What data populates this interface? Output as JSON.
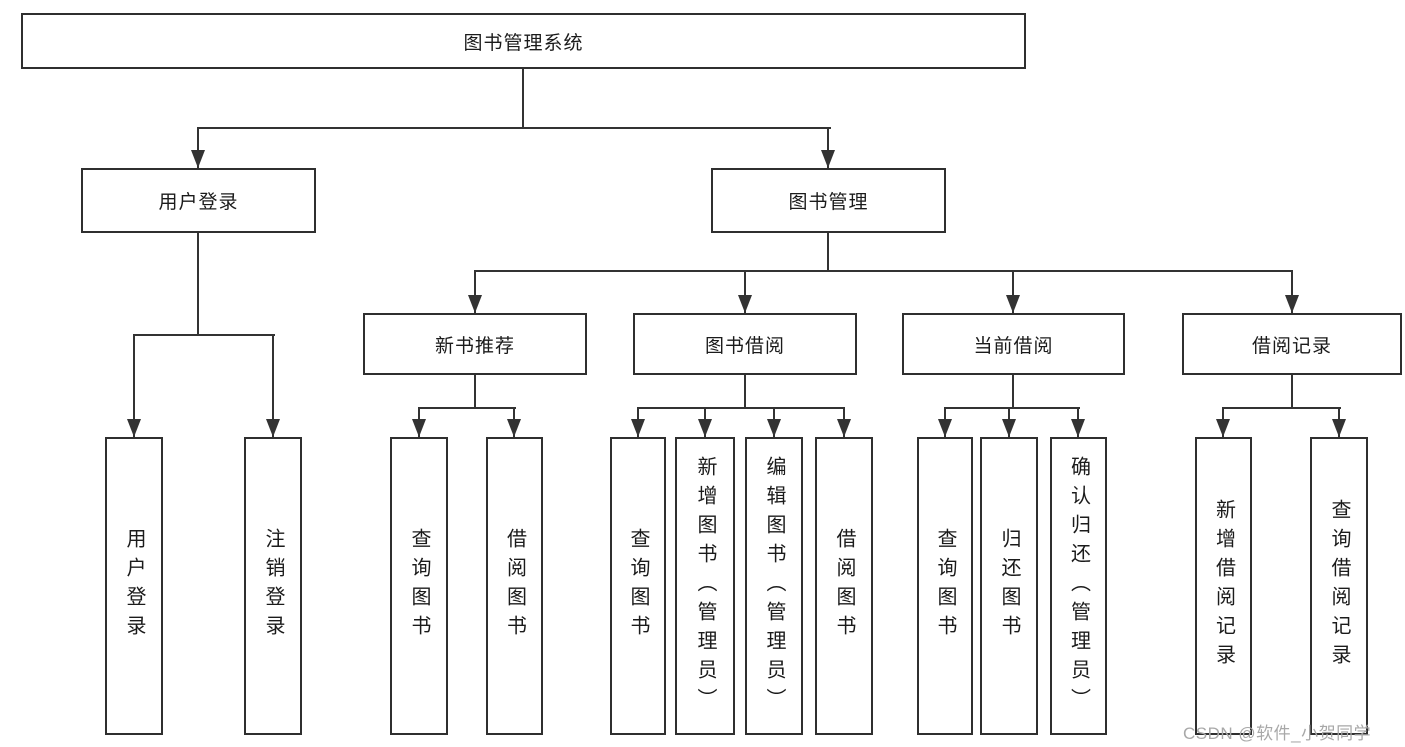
{
  "diagram": {
    "root": {
      "label": "图书管理系统"
    },
    "branches": [
      {
        "label": "用户登录",
        "children": [
          {
            "label": "用户登录"
          },
          {
            "label": "注销登录"
          }
        ]
      },
      {
        "label": "图书管理",
        "children": [
          {
            "label": "新书推荐",
            "children": [
              {
                "label": "查询图书"
              },
              {
                "label": "借阅图书"
              }
            ]
          },
          {
            "label": "图书借阅",
            "children": [
              {
                "label": "查询图书"
              },
              {
                "label": "新增图书（管理员）"
              },
              {
                "label": "编辑图书（管理员）"
              },
              {
                "label": "借阅图书"
              }
            ]
          },
          {
            "label": "当前借阅",
            "children": [
              {
                "label": "查询图书"
              },
              {
                "label": "归还图书"
              },
              {
                "label": "确认归还（管理员）"
              }
            ]
          },
          {
            "label": "借阅记录",
            "children": [
              {
                "label": "新增借阅记录"
              },
              {
                "label": "查询借阅记录"
              }
            ]
          }
        ]
      }
    ]
  },
  "watermark": {
    "text": "CSDN @软件_小贺同学"
  },
  "colors": {
    "line": "#333333",
    "border": "#2f2f2f",
    "text": "#1b1b1b",
    "watermark_text": "#a8a8a8",
    "background": "#ffffff"
  }
}
